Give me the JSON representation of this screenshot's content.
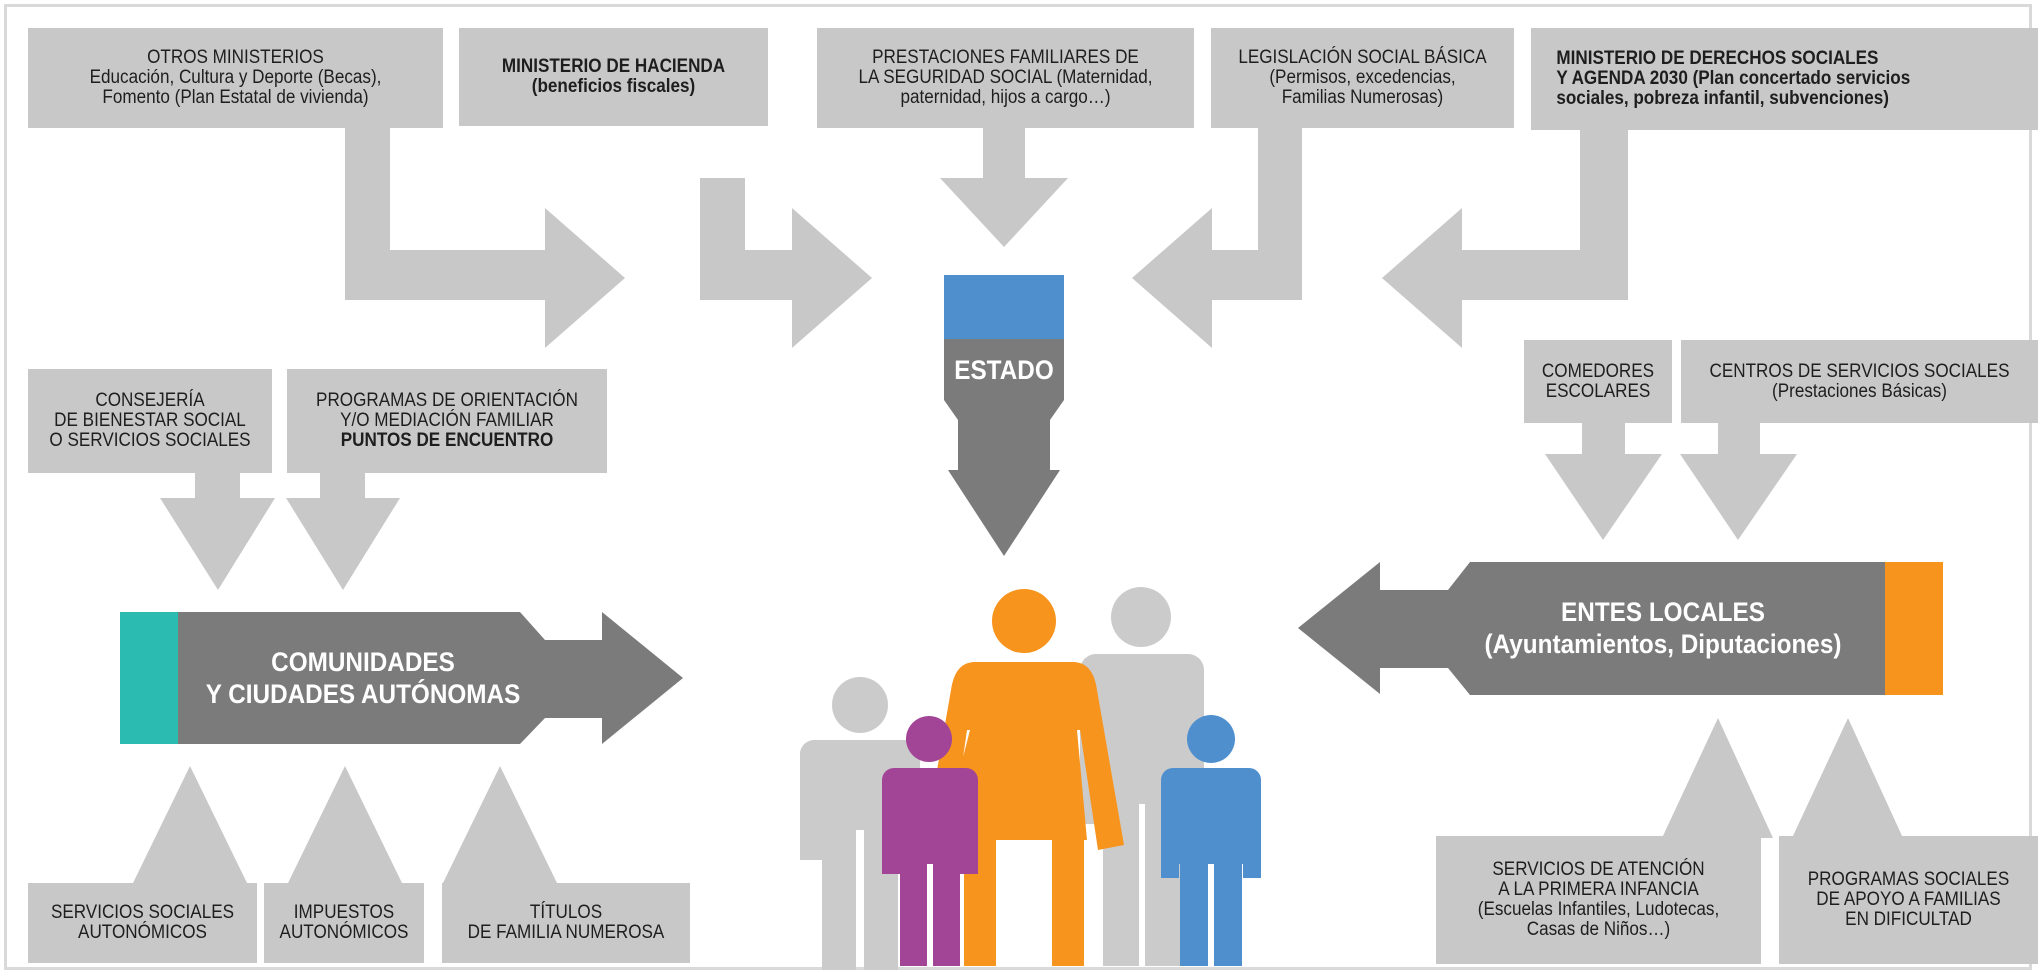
{
  "colors": {
    "arrow_light": "#c8c8c8",
    "arrow_dark": "#7b7b7c",
    "estado_blue": "#4f8fcd",
    "ccaa_teal": "#2bbbb1",
    "entes_orange": "#f7941d",
    "figure_grey": "#cbcbcb",
    "figure_purple": "#a24596",
    "figure_orange": "#f7941d",
    "figure_blue": "#4f8fcd"
  },
  "top_boxes": {
    "otros_ministerios": [
      "OTROS MINISTERIOS",
      "Educación, Cultura y Deporte (Becas),",
      "Fomento (Plan Estatal de vivienda)"
    ],
    "hacienda": [
      "MINISTERIO DE HACIENDA",
      "(beneficios fiscales)"
    ],
    "prestaciones": [
      "PRESTACIONES FAMILIARES DE",
      "LA SEGURIDAD SOCIAL (Maternidad,",
      "paternidad, hijos a cargo…)"
    ],
    "legislacion": [
      "LEGISLACIÓN SOCIAL BÁSICA",
      "(Permisos, excedencias,",
      "Familias Numerosas)"
    ],
    "derechos_sociales": [
      "MINISTERIO DE  DERECHOS SOCIALES",
      "Y AGENDA 2030  (Plan concertado servicios",
      "sociales, pobreza infantil, subvenciones)"
    ]
  },
  "left_boxes": {
    "consejeria": [
      "CONSEJERÍA",
      "DE BIENESTAR SOCIAL",
      "O SERVICIOS SOCIALES"
    ],
    "programas_orientacion": [
      "PROGRAMAS DE ORIENTACIÓN",
      "Y/O MEDIACIÓN FAMILIAR",
      "PUNTOS DE ENCUENTRO"
    ],
    "servicios_autonomicos": [
      "SERVICIOS SOCIALES",
      "AUTONÓMICOS"
    ],
    "impuestos": [
      "IMPUESTOS",
      "AUTONÓMICOS"
    ],
    "titulos": [
      "TÍTULOS",
      "DE FAMILIA NUMEROSA"
    ]
  },
  "right_boxes": {
    "comedores": [
      "COMEDORES",
      "ESCOLARES"
    ],
    "centros": [
      "CENTROS DE SERVICIOS SOCIALES",
      "(Prestaciones Básicas)"
    ],
    "primera_infancia": [
      "SERVICIOS DE ATENCIÓN",
      "A LA PRIMERA INFANCIA",
      "(Escuelas Infantiles, Ludotecas,",
      "Casas de Niños…)"
    ],
    "programas_sociales": [
      "PROGRAMAS SOCIALES",
      "DE APOYO A FAMILIAS",
      "EN DIFICULTAD"
    ]
  },
  "nodes": {
    "estado": "ESTADO",
    "ccaa": [
      "COMUNIDADES",
      "Y CIUDADES AUTÓNOMAS"
    ],
    "entes_locales": [
      "ENTES LOCALES",
      "(Ayuntamientos, Diputaciones)"
    ]
  }
}
